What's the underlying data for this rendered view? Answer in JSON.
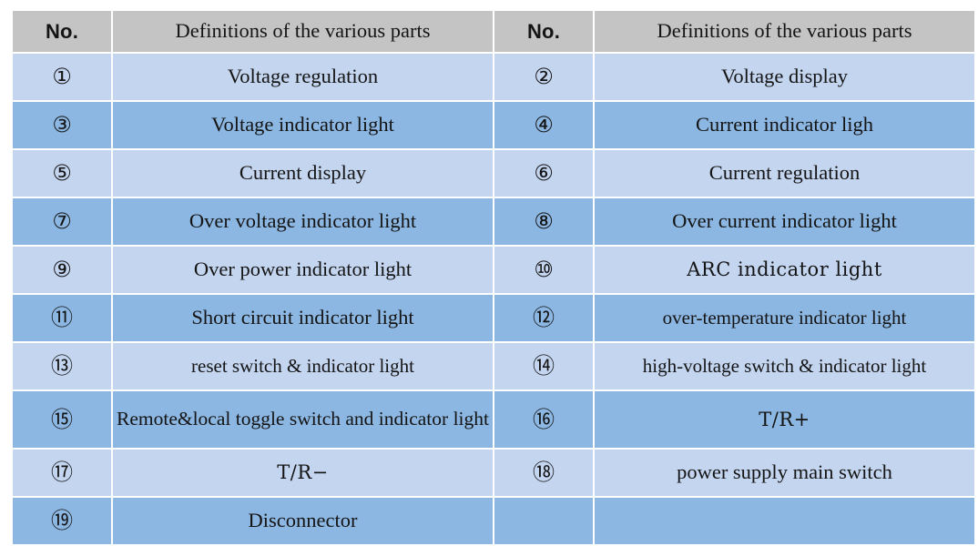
{
  "table": {
    "headers": [
      {
        "no": "No.",
        "definition": "Definitions of the various parts"
      },
      {
        "no": "No.",
        "definition": "Definitions of the various parts"
      }
    ],
    "rows": [
      {
        "band": "light",
        "left": {
          "no": "①",
          "definition": "Voltage regulation",
          "style": "normal"
        },
        "right": {
          "no": "②",
          "definition": "Voltage display",
          "style": "normal"
        }
      },
      {
        "band": "dark",
        "left": {
          "no": "③",
          "definition": "Voltage indicator light",
          "style": "normal"
        },
        "right": {
          "no": "④",
          "definition": "Current indicator ligh",
          "style": "normal"
        }
      },
      {
        "band": "light",
        "left": {
          "no": "⑤",
          "definition": "Current display",
          "style": "normal"
        },
        "right": {
          "no": "⑥",
          "definition": "Current regulation",
          "style": "normal"
        }
      },
      {
        "band": "dark",
        "left": {
          "no": "⑦",
          "definition": "Over voltage indicator light",
          "style": "normal"
        },
        "right": {
          "no": "⑧",
          "definition": "Over current indicator light",
          "style": "normal"
        }
      },
      {
        "band": "light",
        "left": {
          "no": "⑨",
          "definition": "Over power indicator light",
          "style": "normal"
        },
        "right": {
          "no": "⑩",
          "definition": "ARC  indicator light",
          "style": "mono"
        }
      },
      {
        "band": "dark",
        "left": {
          "no": "⑪",
          "definition": "Short circuit indicator light",
          "style": "normal"
        },
        "right": {
          "no": "⑫",
          "definition": "over-temperature indicator light",
          "style": "small"
        }
      },
      {
        "band": "light",
        "left": {
          "no": "⑬",
          "definition": "reset switch & indicator light",
          "style": "small"
        },
        "right": {
          "no": "⑭",
          "definition": "high-voltage switch & indicator light",
          "style": "small"
        }
      },
      {
        "band": "dark",
        "tall": true,
        "left": {
          "no": "⑮",
          "definition": "Remote&local toggle switch and indicator light",
          "style": "two-line"
        },
        "right": {
          "no": "⑯",
          "definition": "T/R+",
          "style": "mono"
        }
      },
      {
        "band": "light",
        "left": {
          "no": "⑰",
          "definition": "T/R−",
          "style": "mono"
        },
        "right": {
          "no": "⑱",
          "definition": "power supply main switch",
          "style": "normal"
        }
      },
      {
        "band": "dark",
        "left": {
          "no": "⑲",
          "definition": "Disconnector",
          "style": "normal"
        },
        "right": {
          "no": "",
          "definition": "",
          "style": "empty"
        }
      }
    ]
  },
  "colors": {
    "header_bg": "#c4c4c4",
    "band_light": "#c4d5f0",
    "band_dark": "#8cb7e2",
    "page_bg": "#ffffff",
    "text": "#141414"
  }
}
